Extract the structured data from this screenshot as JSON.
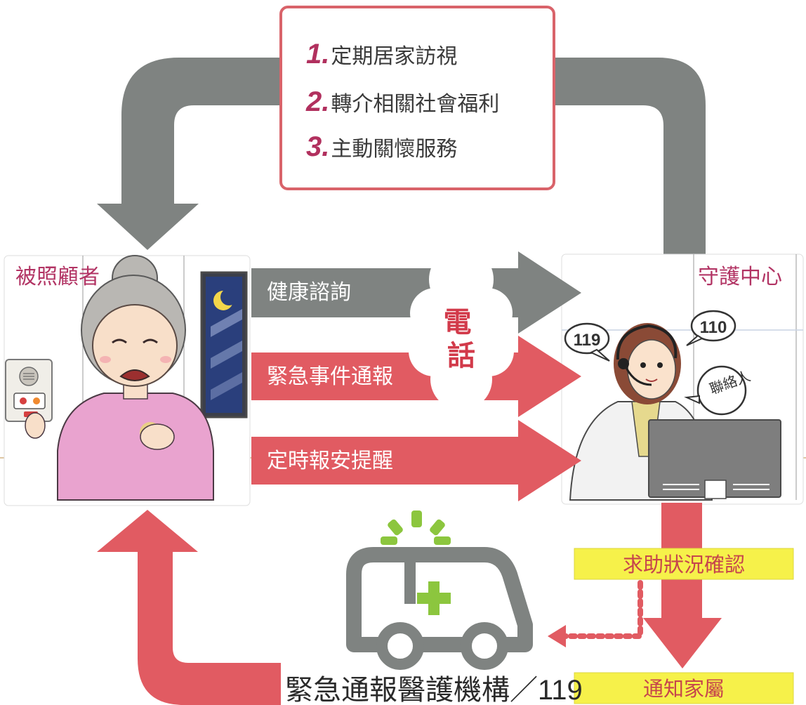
{
  "services": {
    "items": [
      {
        "num": "1.",
        "label": "定期居家訪視"
      },
      {
        "num": "2.",
        "label": "轉介相關社會福利"
      },
      {
        "num": "3.",
        "label": "主動關懷服務"
      }
    ]
  },
  "left_panel": {
    "title": "被照顧者"
  },
  "right_panel": {
    "title": "守護中心",
    "bubbles": [
      "119",
      "110",
      "聯絡人"
    ]
  },
  "channels": {
    "phone": "電話",
    "labels": [
      "健康諮詢",
      "緊急事件通報",
      "定時報安提醒"
    ]
  },
  "steps": {
    "confirm": "求助狀況確認",
    "notify": "通知家屬"
  },
  "footer": {
    "agency": "緊急通報醫護機構／119"
  },
  "colors": {
    "gray_arrow": "#7f8381",
    "red_arrow": "#e15b62",
    "box_border": "#d9636a",
    "highlight": "#f6f14a",
    "accent_green": "#8cc63e",
    "panel_title": "#b23464"
  }
}
